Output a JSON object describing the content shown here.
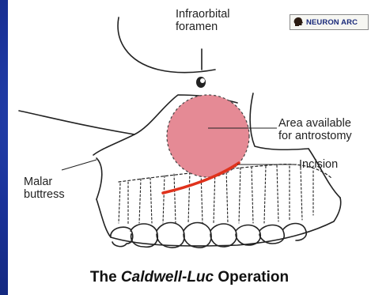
{
  "logo": {
    "text": "NEURON ARC"
  },
  "labels": {
    "infraorbital_line1": "Infraorbital",
    "infraorbital_line2": "foramen",
    "area_line1": "Area available",
    "area_line2": "for antrostomy",
    "incision": "Incision",
    "malar_line1": "Malar",
    "malar_line2": "buttress"
  },
  "title": {
    "pre": "The ",
    "emph": "Caldwell-Luc",
    "post": " Operation"
  },
  "colors": {
    "slide_background": "#1a3299",
    "antrostomy_area": "#e58a95",
    "incision_line": "#e0321c",
    "line_art": "#222222"
  }
}
